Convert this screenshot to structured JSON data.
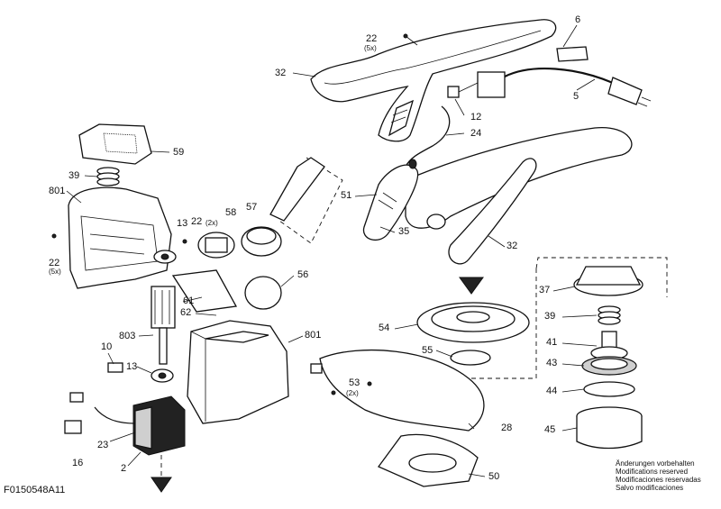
{
  "drawing_id": "F0150548A11",
  "notes": [
    "Änderungen vorbehalten",
    "Modifications reserved",
    "Modificaciones reservadas",
    "Salvo modificaciones"
  ],
  "callouts": [
    {
      "key": "c6",
      "text": "6"
    },
    {
      "key": "c22a",
      "text": "22",
      "sub": "(5x)"
    },
    {
      "key": "c32a",
      "text": "32"
    },
    {
      "key": "c5",
      "text": "5"
    },
    {
      "key": "c12",
      "text": "12"
    },
    {
      "key": "c24",
      "text": "24"
    },
    {
      "key": "c59",
      "text": "59"
    },
    {
      "key": "c39a",
      "text": "39"
    },
    {
      "key": "c801a",
      "text": "801"
    },
    {
      "key": "c13a",
      "text": "13"
    },
    {
      "key": "c22b",
      "text": "22",
      "sub": "(2x)"
    },
    {
      "key": "c58",
      "text": "58"
    },
    {
      "key": "c57",
      "text": "57"
    },
    {
      "key": "c51",
      "text": "51"
    },
    {
      "key": "c35",
      "text": "35"
    },
    {
      "key": "c32b",
      "text": "32"
    },
    {
      "key": "c22c",
      "text": "22",
      "sub": "(5x)"
    },
    {
      "key": "c61",
      "text": "61"
    },
    {
      "key": "c62",
      "text": "62"
    },
    {
      "key": "c56",
      "text": "56"
    },
    {
      "key": "c803",
      "text": "803"
    },
    {
      "key": "c801b",
      "text": "801"
    },
    {
      "key": "c10",
      "text": "10"
    },
    {
      "key": "c13b",
      "text": "13"
    },
    {
      "key": "c23",
      "text": "23"
    },
    {
      "key": "c16",
      "text": "16"
    },
    {
      "key": "c2",
      "text": "2"
    },
    {
      "key": "c54",
      "text": "54"
    },
    {
      "key": "c55",
      "text": "55"
    },
    {
      "key": "c53",
      "text": "53",
      "sub": "(2x)"
    },
    {
      "key": "c28",
      "text": "28"
    },
    {
      "key": "c50",
      "text": "50"
    },
    {
      "key": "c37",
      "text": "37"
    },
    {
      "key": "c39b",
      "text": "39"
    },
    {
      "key": "c41",
      "text": "41"
    },
    {
      "key": "c43",
      "text": "43"
    },
    {
      "key": "c44",
      "text": "44"
    },
    {
      "key": "c45",
      "text": "45"
    }
  ]
}
